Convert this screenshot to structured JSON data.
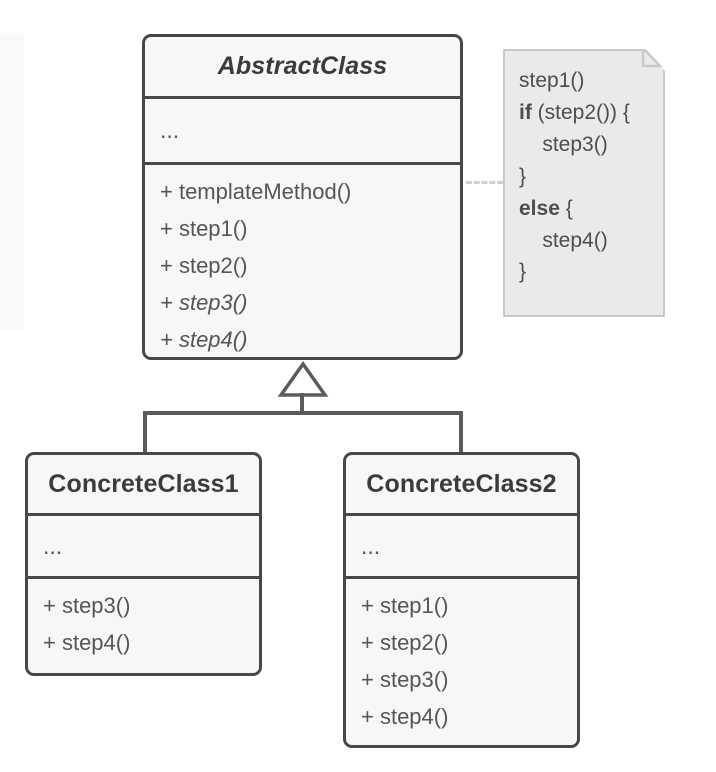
{
  "diagram": {
    "type": "uml-class-diagram",
    "pattern": "Template Method",
    "colors": {
      "box_border": "#484848",
      "box_fill": "#f7f7f7",
      "text": "#555555",
      "title_text": "#3b3b3b",
      "note_fill": "#eaeaea",
      "note_border": "#c9c9c9",
      "connector": "#5b5b5b",
      "dashed_connector": "#cfcfcf",
      "background": "#ffffff"
    }
  },
  "abstract_class": {
    "name": "AbstractClass",
    "stereotype": "abstract",
    "attributes_placeholder": "...",
    "methods": [
      {
        "label": "+ templateMethod()",
        "abstract": false
      },
      {
        "label": "+ step1()",
        "abstract": false
      },
      {
        "label": "+ step2()",
        "abstract": false
      },
      {
        "label": "+ step3()",
        "abstract": true
      },
      {
        "label": "+ step4()",
        "abstract": true
      }
    ]
  },
  "note": {
    "lines": [
      {
        "plain": "step1()",
        "keyword": "",
        "rest": ""
      },
      {
        "plain": "",
        "keyword": "if",
        "rest": " (step2()) {"
      },
      {
        "plain": "    step3()",
        "keyword": "",
        "rest": ""
      },
      {
        "plain": "}",
        "keyword": "",
        "rest": ""
      },
      {
        "plain": "",
        "keyword": "else",
        "rest": " {"
      },
      {
        "plain": "    step4()",
        "keyword": "",
        "rest": ""
      },
      {
        "plain": "}",
        "keyword": "",
        "rest": ""
      }
    ],
    "text": "step1()\nif (step2()) {\n    step3()\n}\nelse {\n    step4()\n}"
  },
  "concrete_class_1": {
    "name": "ConcreteClass1",
    "attributes_placeholder": "...",
    "methods": [
      {
        "label": "+ step3()"
      },
      {
        "label": "+ step4()"
      }
    ]
  },
  "concrete_class_2": {
    "name": "ConcreteClass2",
    "attributes_placeholder": "...",
    "methods": [
      {
        "label": "+ step1()"
      },
      {
        "label": "+ step2()"
      },
      {
        "label": "+ step3()"
      },
      {
        "label": "+ step4()"
      }
    ]
  },
  "relations": [
    {
      "kind": "generalization",
      "from": "ConcreteClass1",
      "to": "AbstractClass"
    },
    {
      "kind": "generalization",
      "from": "ConcreteClass2",
      "to": "AbstractClass"
    },
    {
      "kind": "note-anchor",
      "from": "note",
      "to": "AbstractClass"
    }
  ]
}
